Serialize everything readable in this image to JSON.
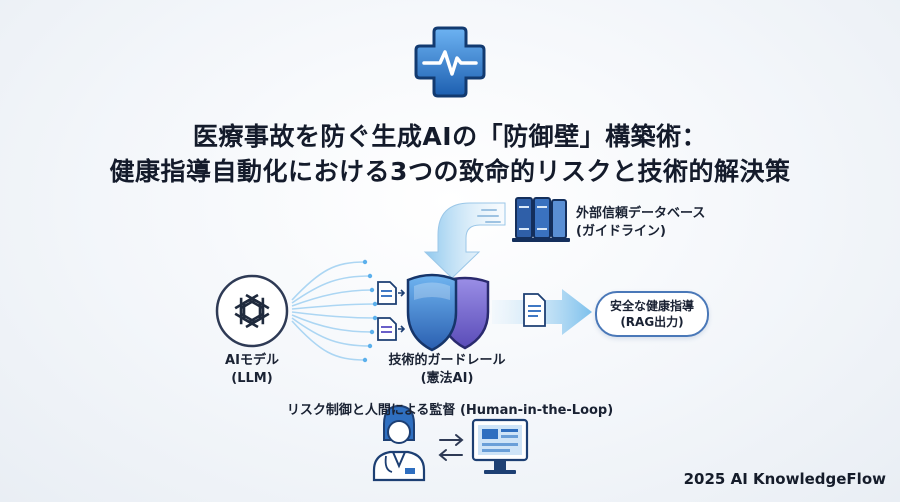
{
  "title": {
    "line1": "医療事故を防ぐ生成AIの「防御壁」構築術：",
    "line2": "健康指導自動化における3つの致命的リスクと技術的解決策"
  },
  "nodes": {
    "external_db": {
      "line1": "外部信頼データベース",
      "line2": "(ガイドライン)"
    },
    "ai_model": {
      "line1": "AIモデル",
      "line2": "(LLM)"
    },
    "guardrail": {
      "line1": "技術的ガードレール",
      "line2": "(憲法AI)"
    },
    "output": {
      "line1": "安全な健康指導",
      "line2": "(RAG出力)"
    },
    "hitl": {
      "label": "リスク制御と人間による監督 (Human-in-the-Loop)"
    }
  },
  "footer": {
    "brand": "2025 AI KnowledgeFlow"
  },
  "colors": {
    "primary": "#2f6fc0",
    "dark_blue": "#1d3f73",
    "purple": "#6a5fc8",
    "light_blue": "#bfe0f6"
  },
  "icons": [
    "medical-cross-icon",
    "llm-knot-icon",
    "database-books-icon",
    "shield-icon",
    "document-icon",
    "doctor-icon",
    "computer-monitor-icon",
    "exchange-arrows-icon"
  ]
}
